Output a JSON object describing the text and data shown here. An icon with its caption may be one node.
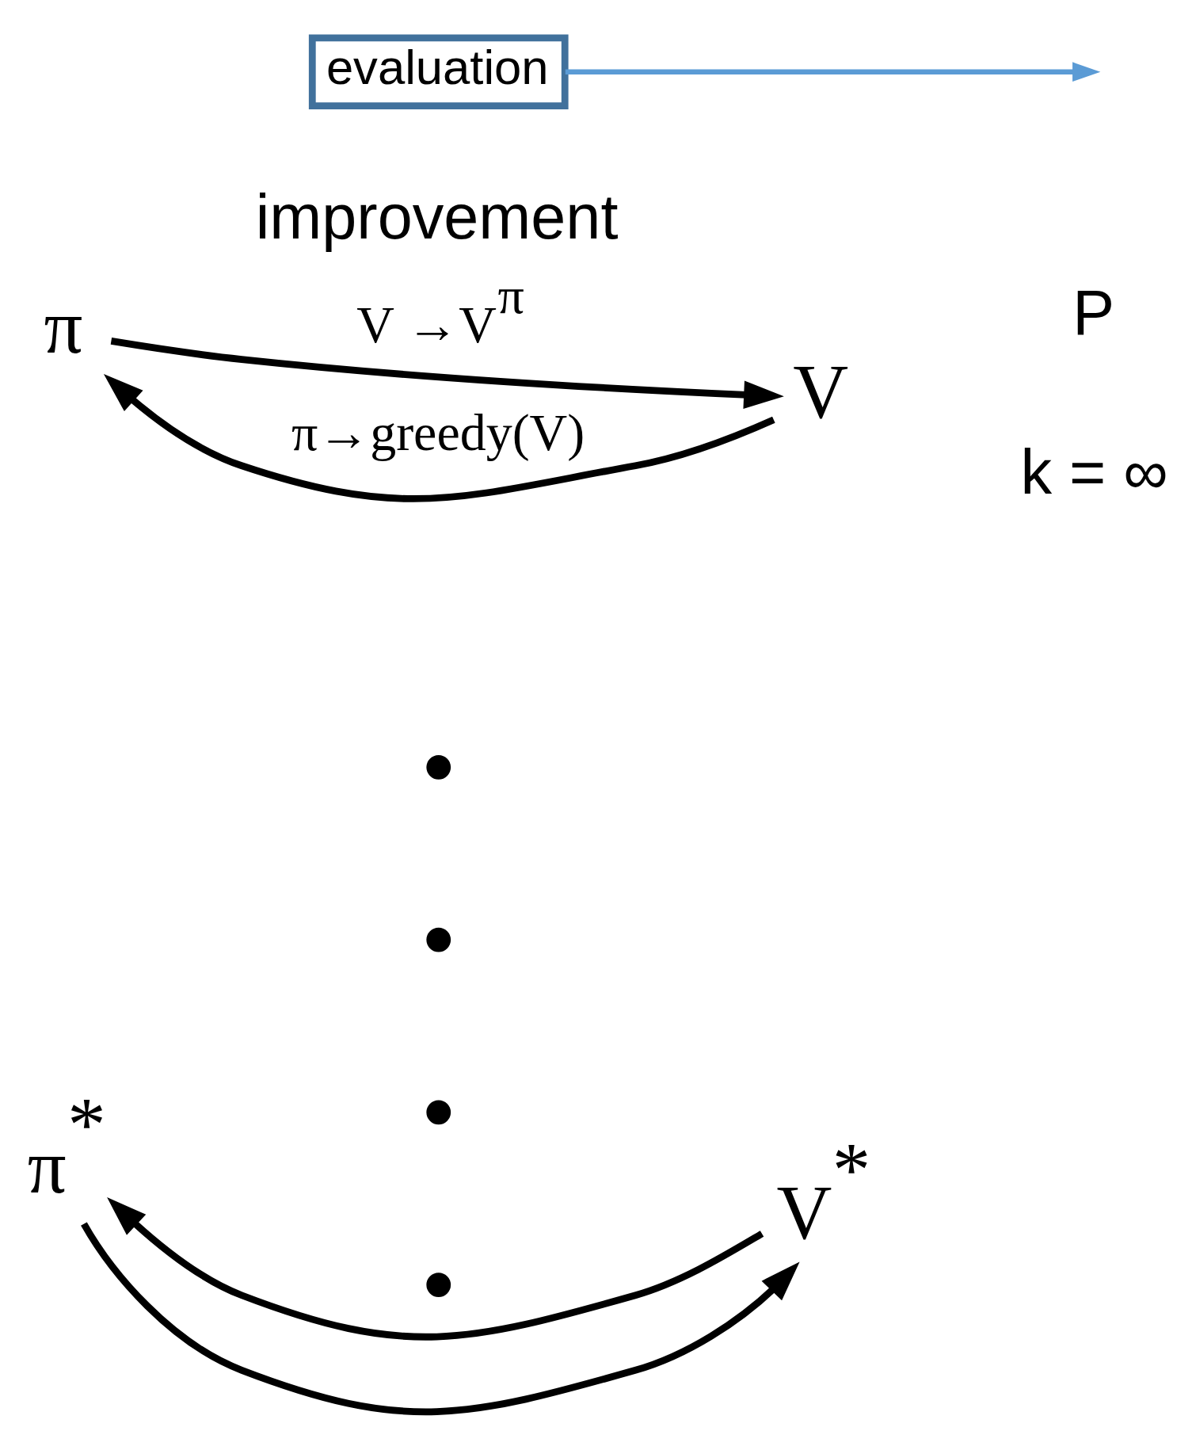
{
  "diagram": {
    "nodes": [
      {
        "text": [
          "evaluation"
        ]
      },
      {
        "text": [
          "π"
        ]
      },
      {
        "text": [
          "V"
        ]
      },
      {
        "text": [],
        "shape": "circle"
      },
      {
        "text": [],
        "shape": "circle"
      },
      {
        "text": [],
        "shape": "circle"
      },
      {
        "text": [],
        "shape": "circle"
      },
      {
        "text": [
          "π$^{*}$"
        ]
      },
      {
        "text": [
          "V$^{*}$"
        ]
      }
    ],
    "edges": [
      {
        "from": 0,
        "to": null,
        "arrow": "to",
        "color": "#5b9bd5"
      },
      {
        "from": 1,
        "to": 2,
        "arrow": "to",
        "label": "V →V$^{π}$"
      },
      {
        "from": 2,
        "to": 1,
        "arrow": "to",
        "label": "π→greedy(V)"
      },
      {
        "from": 7,
        "to": 8,
        "arrow": "to"
      },
      {
        "from": 8,
        "to": 7,
        "arrow": "to"
      }
    ],
    "labels": [
      "improvement",
      "k = ∞",
      "P"
    ]
  }
}
